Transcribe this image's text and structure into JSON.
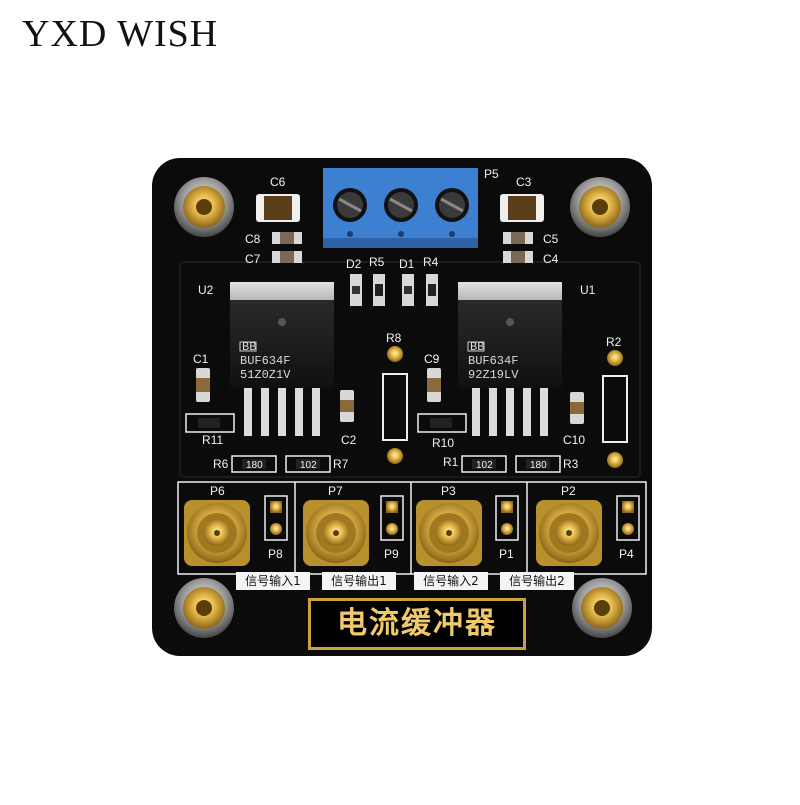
{
  "brand": "YXD WISH",
  "board": {
    "title": "电流缓冲器",
    "connectors": {
      "top": "P5",
      "sma": [
        "P6",
        "P7",
        "P3",
        "P2"
      ],
      "headers": [
        "P8",
        "P9",
        "P1",
        "P4"
      ]
    },
    "ics": [
      {
        "ref": "U2",
        "line1": "BUF634F",
        "line2": "51Z0Z1V"
      },
      {
        "ref": "U1",
        "line1": "BUF634F",
        "line2": "92Z19LV"
      }
    ],
    "capacitors": [
      "C6",
      "C8",
      "C7",
      "C3",
      "C5",
      "C4",
      "C1",
      "C2",
      "C9",
      "C10"
    ],
    "resistors": [
      "R5",
      "R4",
      "R8",
      "R2",
      "R11",
      "R10",
      "R6",
      "R7",
      "R1",
      "R3"
    ],
    "leds": [
      "D2",
      "D1"
    ],
    "resistor_codes": [
      "180",
      "102",
      "102",
      "180"
    ],
    "signal_labels": [
      "信号输入1",
      "信号输出1",
      "信号输入2",
      "信号输出2"
    ]
  },
  "colors": {
    "pcb": "#0b0b0b",
    "terminal_block": "#3d7fd1",
    "gold": "#c9a23a",
    "silkscreen": "#f2f2f2"
  }
}
